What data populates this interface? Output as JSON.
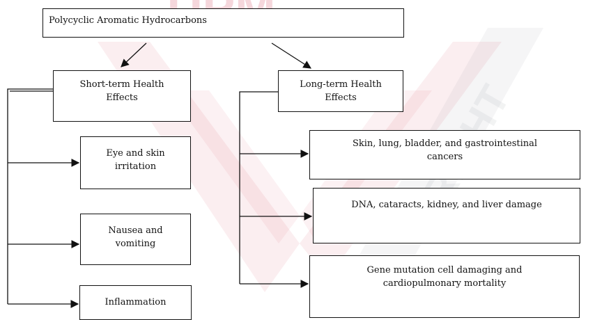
{
  "diagram": {
    "root": {
      "label": "Polycyclic Aromatic Hydrocarbons"
    },
    "short_term": {
      "label": "Short-term Health\nEffects",
      "effects": {
        "eye": "Eye and skin\nirritation",
        "nausea": "Nausea and\nvomiting",
        "inflammation": "Inflammation"
      }
    },
    "long_term": {
      "label": "Long-term Health\nEffects",
      "effects": {
        "cancers": "Skin, lung, bladder, and gastrointestinal\ncancers",
        "damage": "DNA, cataracts, kidney, and liver damage",
        "mutation": "Gene mutation cell damaging and\ncardiopulmonary mortality"
      }
    },
    "colors": {
      "line": "#111111",
      "box_border": "#111111",
      "watermark": "#c8102e"
    }
  },
  "watermark": {
    "text": "UPM",
    "side_text": "RIGHT"
  }
}
